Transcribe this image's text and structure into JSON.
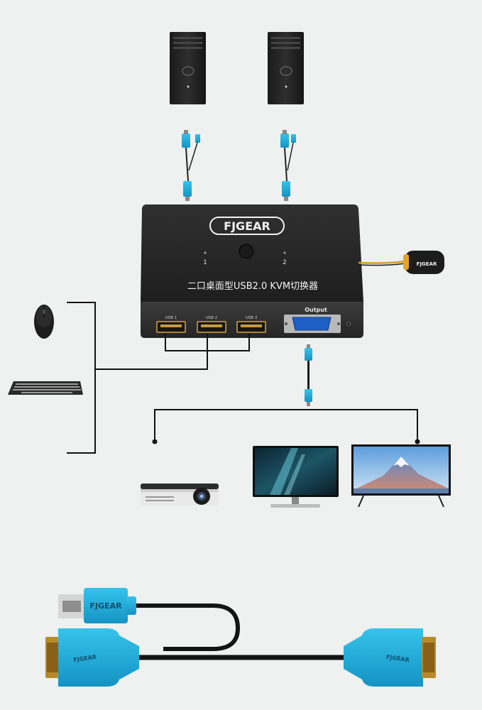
{
  "brand": "FJGEAR",
  "device": {
    "title": "二口桌面型USB2.0 KVM切换器",
    "led_labels": [
      "1",
      "2"
    ],
    "ports": [
      "USB 1",
      "USB 2",
      "USB 3"
    ],
    "output_label": "Output"
  },
  "remote": {
    "label": "FJGEAR"
  },
  "cable": {
    "vga_label_left": "FJGEAR",
    "vga_label_right": "FJGEAR",
    "usb_label": "FJGEAR"
  },
  "colors": {
    "background": "#eef1ef",
    "device_body": "#2b2b2b",
    "connector_blue": "#1aa9d6",
    "cable_black": "#141414",
    "usb_blue": "#1c7fd0",
    "line": "#111111"
  },
  "icons": [
    "pc-tower-icon",
    "mouse-icon",
    "keyboard-icon",
    "projector-icon",
    "monitor-icon",
    "tv-icon",
    "remote-button-icon"
  ]
}
